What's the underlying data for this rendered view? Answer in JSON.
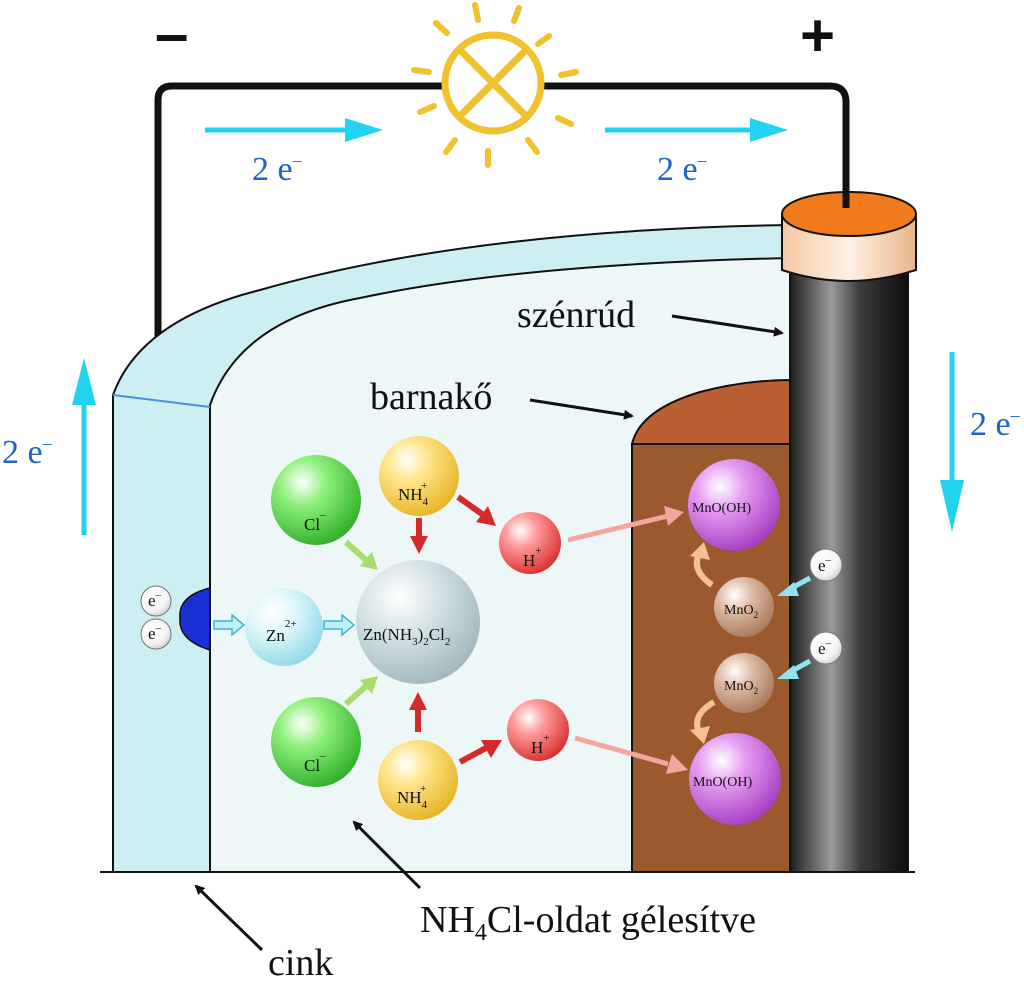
{
  "signs": {
    "minus": "–",
    "plus": "+"
  },
  "electron_flow": {
    "label_main": "2 e",
    "superscript": "–"
  },
  "labels": {
    "carbon_rod": "szénrúd",
    "manganese": "barnakő",
    "zinc": "cink",
    "electrolyte_prefix": "NH",
    "electrolyte_sub": "4",
    "electrolyte_suffix": "Cl-oldat gélesítve"
  },
  "ions": {
    "chloride": "Cl",
    "chloride_charge": "–",
    "ammonium": "NH",
    "ammonium_sub": "4",
    "ammonium_charge": "+",
    "proton": "H",
    "proton_charge": "+",
    "zinc_ion": "Zn",
    "zinc_charge": "2+",
    "complex_a": "Zn(NH",
    "complex_sub3": "3",
    "complex_b": ")",
    "complex_sub2": "2",
    "complex_c": "Cl",
    "complex_sub2b": "2",
    "mno_oh": "MnO(OH)",
    "mno2": "MnO",
    "mno2_sub": "2",
    "electron": "e",
    "electron_charge": "–"
  },
  "colors": {
    "electron_arrow": "#22d3f0",
    "wire": "#111111",
    "bulb": "#f2c12e",
    "zinc_wall": "#cdeef3",
    "electrolyte": "#eef7f8",
    "manganese_body": "#9b5a2e",
    "manganese_top": "#b95f33",
    "carbon_rod": "#2a2a2a",
    "cap": "#f07a1c",
    "reaction_arrow": "#d42a2a"
  }
}
